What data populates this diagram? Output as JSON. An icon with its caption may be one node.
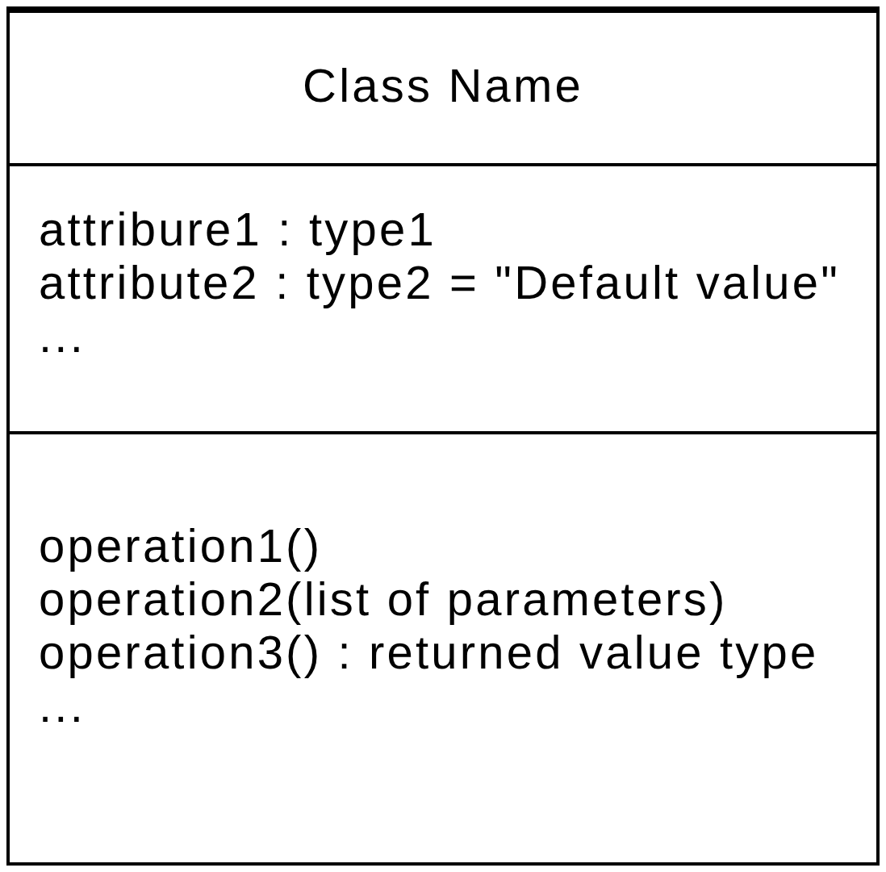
{
  "diagram": {
    "nodes": [
      {
        "text": [],
        "shape": "box"
      },
      {
        "text": [
          "Class Name"
        ],
        "in": 0
      },
      {
        "text": [
          "attribure1 : type1",
          "attribute2 : type2 = \"Default value\"",
          "..."
        ],
        "in": 0
      },
      {
        "text": [
          "operation1()",
          "operation2(list of parameters)",
          "operation3() : returned value type",
          "..."
        ],
        "in": 0
      }
    ]
  }
}
